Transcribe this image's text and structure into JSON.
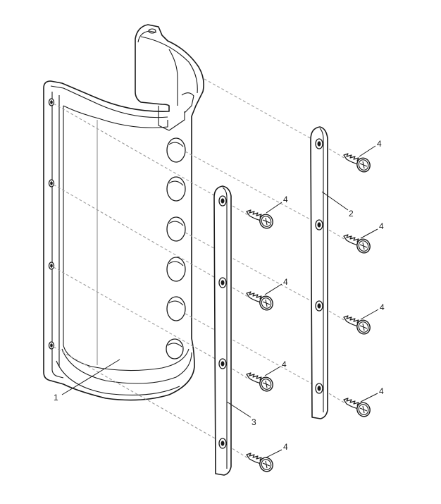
{
  "diagram": {
    "labels": {
      "housing": "1",
      "rail_right": "2",
      "rail_left": "3",
      "screw": "4"
    },
    "parts": [
      {
        "id": "1",
        "name": "housing"
      },
      {
        "id": "2",
        "name": "mounting-rail-right"
      },
      {
        "id": "3",
        "name": "mounting-rail-left"
      },
      {
        "id": "4",
        "name": "screw",
        "count": 8
      }
    ],
    "colors": {
      "line": "#1a1a1a",
      "dash": "#9a9a9a",
      "background": "#ffffff"
    }
  }
}
